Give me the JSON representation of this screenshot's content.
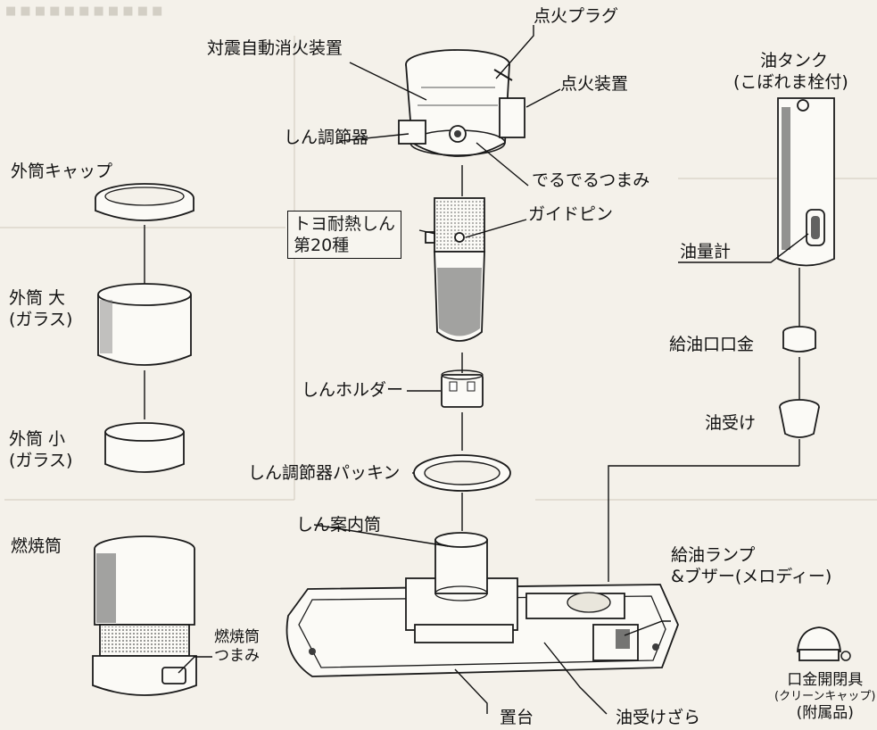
{
  "labels": {
    "ignition_plug": "点火プラグ",
    "seismic_extinguisher": "対震自動消火装置",
    "oil_tank_line1": "油タンク",
    "oil_tank_line2": "(こぼれま栓付)",
    "igniter": "点火装置",
    "wick_adjuster": "しん調節器",
    "outer_cap": "外筒キャップ",
    "deru_knob": "でるでるつまみ",
    "wick_box_line1": "トヨ耐熱しん",
    "wick_box_line2": "第20種",
    "guide_pin": "ガイドピン",
    "oil_gauge": "油量計",
    "outer_large_line1": "外筒  大",
    "outer_large_line2": "(ガラス)",
    "fill_cap": "給油口口金",
    "wick_holder": "しんホルダー",
    "oil_receiver": "油受け",
    "outer_small_line1": "外筒  小",
    "outer_small_line2": "(ガラス)",
    "adjuster_packing": "しん調節器パッキン",
    "wick_guide": "しん案内筒",
    "combustion_tube": "燃焼筒",
    "fuel_lamp_line1": "給油ランプ",
    "fuel_lamp_line2": "&ブザー(メロディー)",
    "combustion_knob_line1": "燃焼筒",
    "combustion_knob_line2": "つまみ",
    "cap_opener_line1": "口金開閉具",
    "cap_opener_line2": "(クリーンキャップ)",
    "cap_opener_line3": "(附属品)",
    "base": "置台",
    "oil_tray": "油受けざら"
  },
  "colors": {
    "paper": "#f4f1ea",
    "ink": "#1b1b1b"
  }
}
